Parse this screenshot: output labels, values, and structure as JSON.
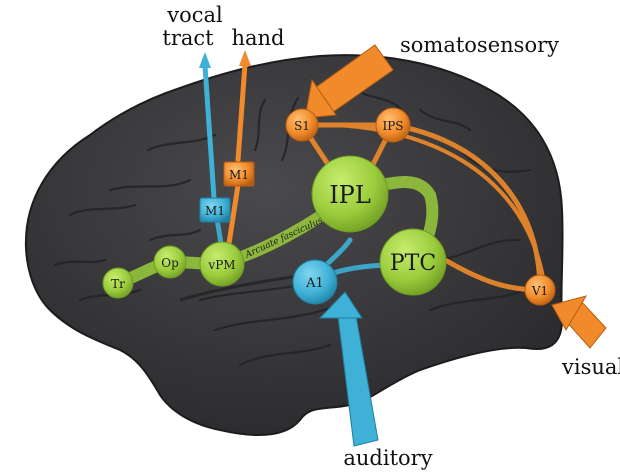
{
  "outer_labels": {
    "vocal_tract_line1": "vocal",
    "vocal_tract_line2": "tract",
    "hand": "hand",
    "somatosensory": "somatosensory",
    "visual": "visual",
    "auditory": "auditory"
  },
  "tract_label": "Arcuate fasciculus",
  "nodes": {
    "tr": "Tr",
    "op": "Op",
    "vpm": "vPM",
    "m1_vocal": "M1",
    "m1_hand": "M1",
    "ipl": "IPL",
    "ptc": "PTC",
    "a1": "A1",
    "s1": "S1",
    "ips": "IPS",
    "v1": "V1"
  },
  "colors": {
    "green": "#9acc3c",
    "blue": "#3fb1d6",
    "orange": "#f08a2a",
    "brain": "#3d3d3f"
  }
}
